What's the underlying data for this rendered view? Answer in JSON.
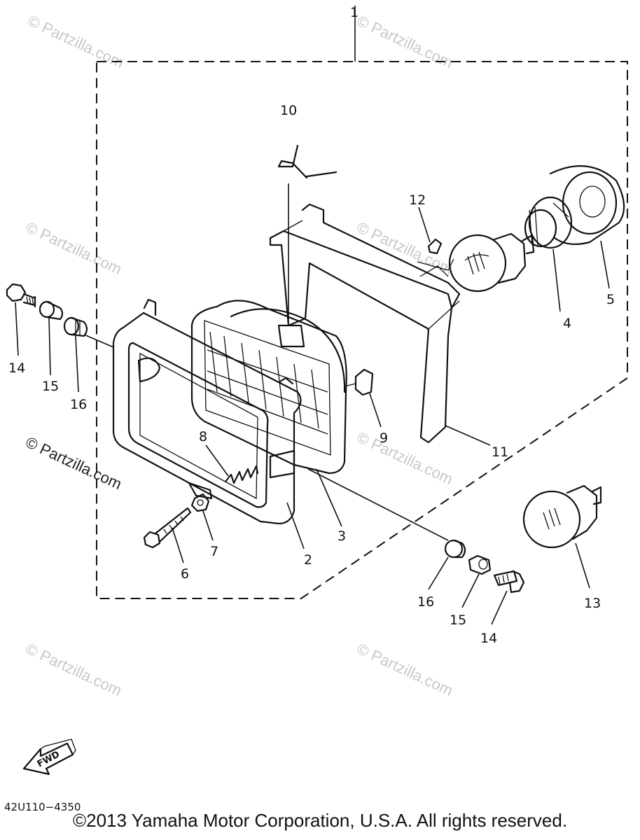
{
  "watermarks": [
    "© Partzilla.com",
    "© Partzilla.com",
    "© Partzilla.com",
    "© Partzilla.com",
    "© Partzilla.com",
    "© Partzilla.com",
    "© Partzilla.com",
    "© Partzilla.com"
  ],
  "callouts": {
    "c1": "1",
    "c2": "2",
    "c3": "3",
    "c4": "4",
    "c5": "5",
    "c6": "6",
    "c7": "7",
    "c8": "8",
    "c9": "9",
    "c10": "10",
    "c11": "11",
    "c12": "12",
    "c13": "13",
    "c14a": "14",
    "c15a": "15",
    "c16a": "16",
    "c14b": "14",
    "c15b": "15",
    "c16b": "16"
  },
  "fwd_label": "FWD",
  "diagram_code": "42U110−4350",
  "copyright": "©2013  Yamaha Motor Corporation, U.S.A. All rights reserved."
}
